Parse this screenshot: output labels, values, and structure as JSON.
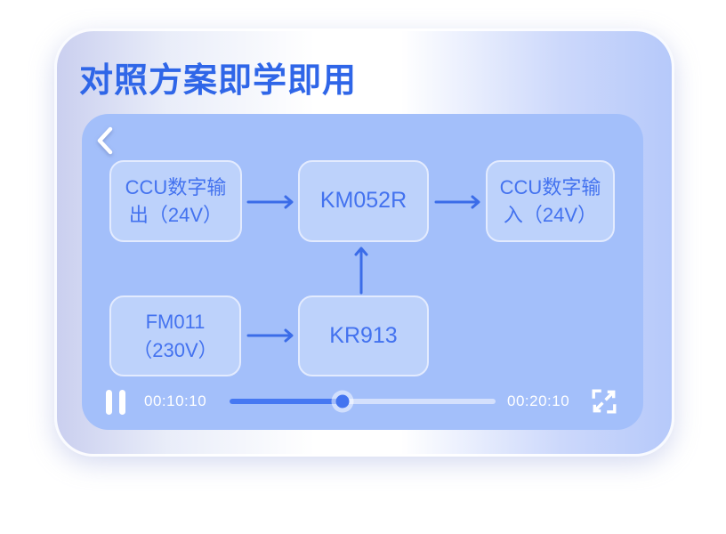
{
  "card": {
    "title": "对照方案即学即用"
  },
  "diagram": {
    "nodes": [
      {
        "id": "ccu-digital-output",
        "label": "CCU数字输\n出（24V）"
      },
      {
        "id": "km052r",
        "label": "KM052R"
      },
      {
        "id": "ccu-digital-input",
        "label": "CCU数字输\n入（24V）"
      },
      {
        "id": "fm011",
        "label": "FM011\n（230V）"
      },
      {
        "id": "kr913",
        "label": "KR913"
      }
    ],
    "edges": [
      {
        "from": "ccu-digital-output",
        "to": "km052r"
      },
      {
        "from": "km052r",
        "to": "ccu-digital-input"
      },
      {
        "from": "fm011",
        "to": "kr913"
      },
      {
        "from": "kr913",
        "to": "km052r"
      }
    ]
  },
  "player": {
    "current_time": "00:10:10",
    "duration": "00:20:10",
    "progress_percent": 42.5,
    "icons": {
      "back": "chevron-left",
      "play_state": "pause",
      "fullscreen": "expand-arrows"
    }
  },
  "colors": {
    "title": "#2f66e8",
    "panel_bg": "#a3bffa",
    "node_bg": "#bdd2fb",
    "node_border": "#e3ebfe",
    "node_text": "#4372ef",
    "arrow": "#3b6ce8",
    "slider_fill": "#4678f2",
    "slider_track": "#d4e0fc",
    "control_text": "#ffffff",
    "card_gradient_left": "#cacfef",
    "card_gradient_mid": "#ffffff",
    "card_gradient_right": "#b6c9fa"
  }
}
